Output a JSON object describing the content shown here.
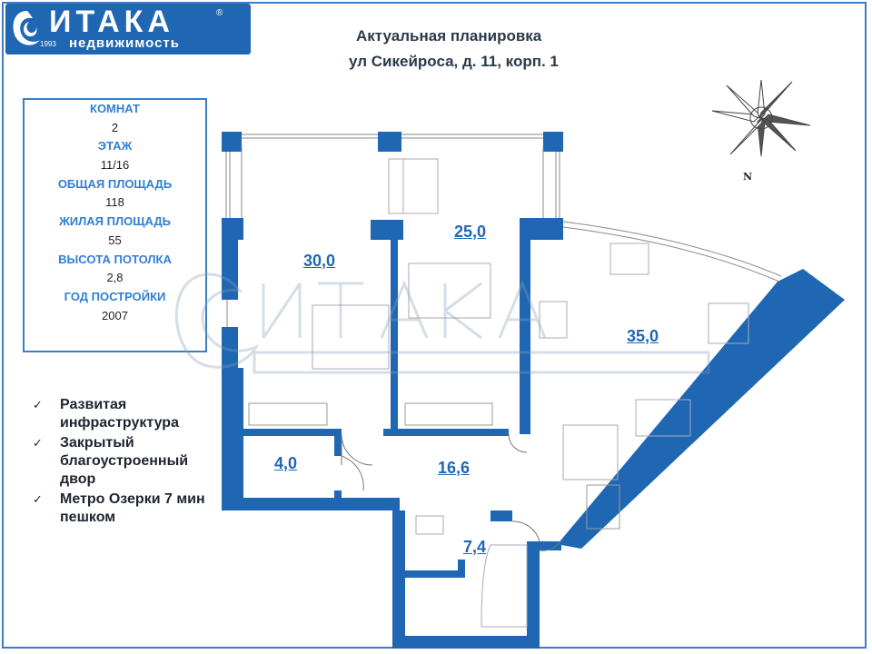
{
  "logo": {
    "brand": "ИТАКА",
    "tagline": "недвижимость",
    "year": "1993",
    "reg_mark": "®"
  },
  "header": {
    "title": "Актуальная планировка",
    "address": "ул Сикейроса, д. 11, корп. 1"
  },
  "info": {
    "rooms_label": "КОМНАТ",
    "rooms": "2",
    "floor_label": "ЭТАЖ",
    "floor": "11/16",
    "total_area_label": "ОБЩАЯ ПЛОЩАДЬ",
    "total_area": "118",
    "living_area_label": "ЖИЛАЯ ПЛОЩАДЬ",
    "living_area": "55",
    "ceiling_label": "ВЫСОТА ПОТОЛКА",
    "ceiling": "2,8",
    "year_label": "ГОД ПОСТРОЙКИ",
    "year": "2007"
  },
  "features": [
    "Развитая инфраструктура",
    "Закрытый благоустроенный двор",
    "Метро Озерки 7 мин пешком"
  ],
  "rooms": {
    "room1": "30,0",
    "room2": "25,0",
    "room3": "35,0",
    "storage": "4,0",
    "hall": "16,6",
    "bath": "7,4"
  },
  "compass": {
    "north": "N"
  },
  "colors": {
    "wall": "#1f66b3",
    "label": "#2f7fd6",
    "text": "#2b3a4a"
  }
}
